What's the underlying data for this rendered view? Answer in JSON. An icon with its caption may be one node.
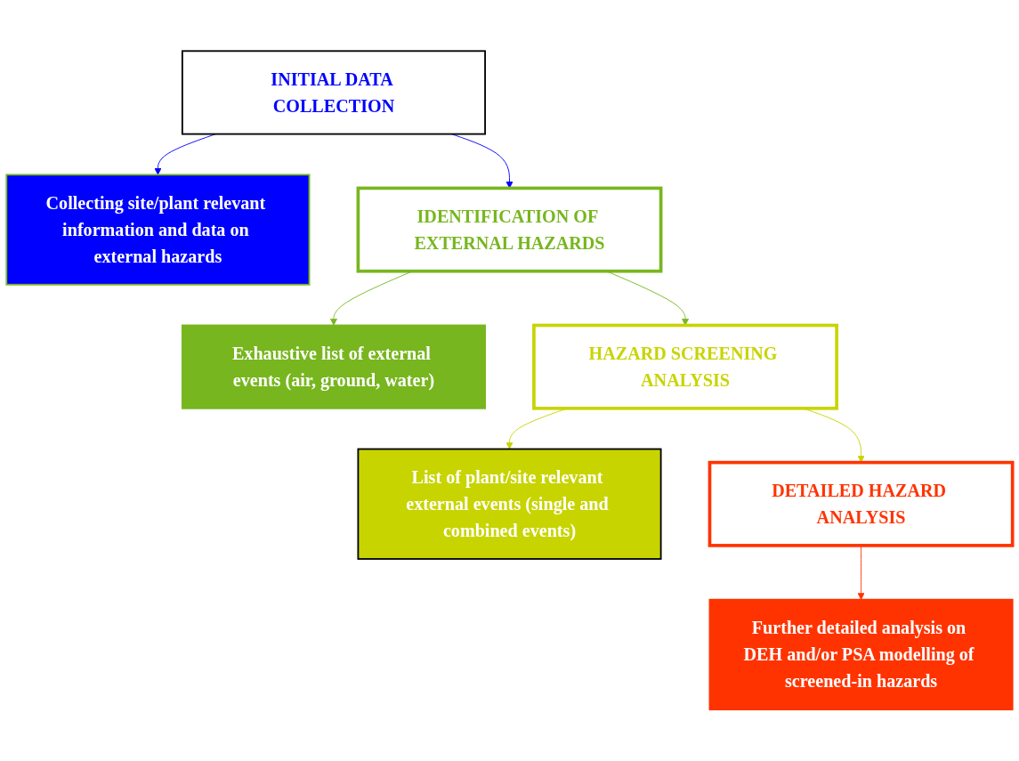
{
  "diagram": {
    "nodes": [
      {
        "text": [
          "INITIAL DATA COLLECTION"
        ]
      },
      {
        "text": [
          "Collecting site/plant relevant information and data on external hazards"
        ]
      },
      {
        "text": [
          "IDENTIFICATION OF EXTERNAL HAZARDS"
        ]
      },
      {
        "text": [
          "Exhaustive list of external events (air, ground, water)"
        ]
      },
      {
        "text": [
          "HAZARD SCREENING ANALYSIS"
        ]
      },
      {
        "text": [
          "List of plant/site relevant external events (single and combined events)"
        ]
      },
      {
        "text": [
          "DETAILED HAZARD ANALYSIS"
        ]
      },
      {
        "text": [
          "Further detailed analysis on DEH and/or PSA modelling of screened-in hazards"
        ]
      }
    ],
    "edges": [
      {
        "from": 0,
        "to": 1,
        "arrow": "to",
        "color": "#0000ff"
      },
      {
        "from": 0,
        "to": 2,
        "arrow": "to",
        "color": "#0000ff"
      },
      {
        "from": 2,
        "to": 3,
        "arrow": "to",
        "color": "#77b61e"
      },
      {
        "from": 2,
        "to": 4,
        "arrow": "to",
        "color": "#77b61e"
      },
      {
        "from": 4,
        "to": 5,
        "arrow": "to",
        "color": "#c8d400"
      },
      {
        "from": 4,
        "to": 6,
        "arrow": "to",
        "color": "#c8d400"
      },
      {
        "from": 6,
        "to": 7,
        "arrow": "to",
        "color": "#ff3300"
      }
    ]
  }
}
